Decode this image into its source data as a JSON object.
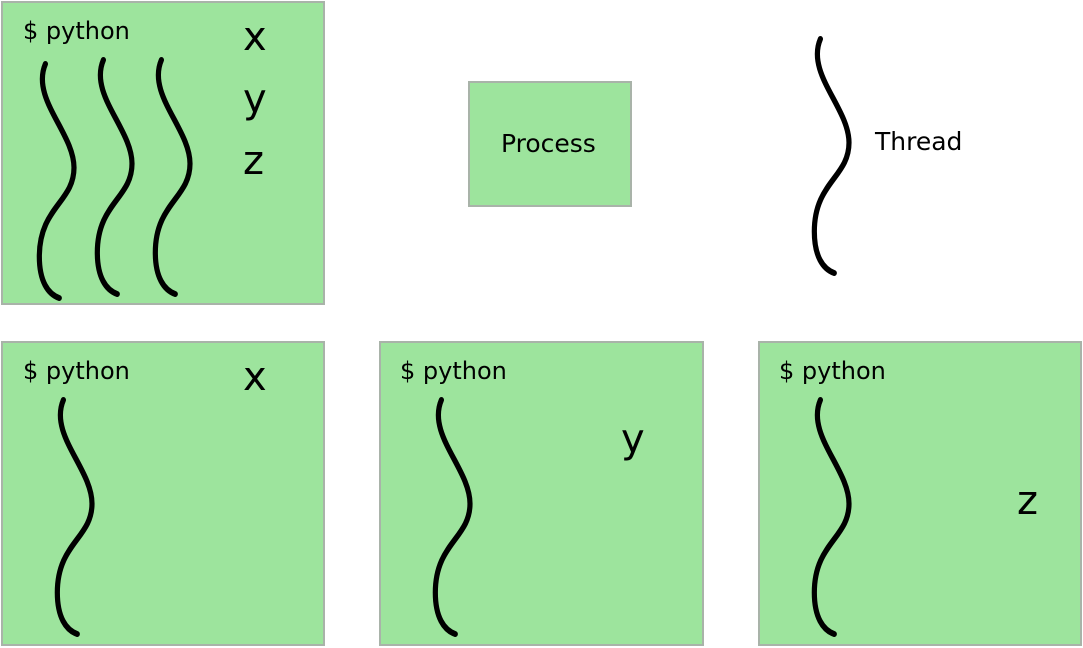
{
  "legend": {
    "process_label": "Process",
    "thread_label": "Thread"
  },
  "multithread": {
    "prompt": "$ python",
    "variables": [
      "x",
      "y",
      "z"
    ],
    "thread_count": 3
  },
  "multiprocess": [
    {
      "prompt": "$ python",
      "variable": "x"
    },
    {
      "prompt": "$ python",
      "variable": "y"
    },
    {
      "prompt": "$ python",
      "variable": "z"
    }
  ],
  "colors": {
    "process_fill": "#9de49d",
    "process_border": "#a9b3a9",
    "thread_stroke": "#000000"
  }
}
